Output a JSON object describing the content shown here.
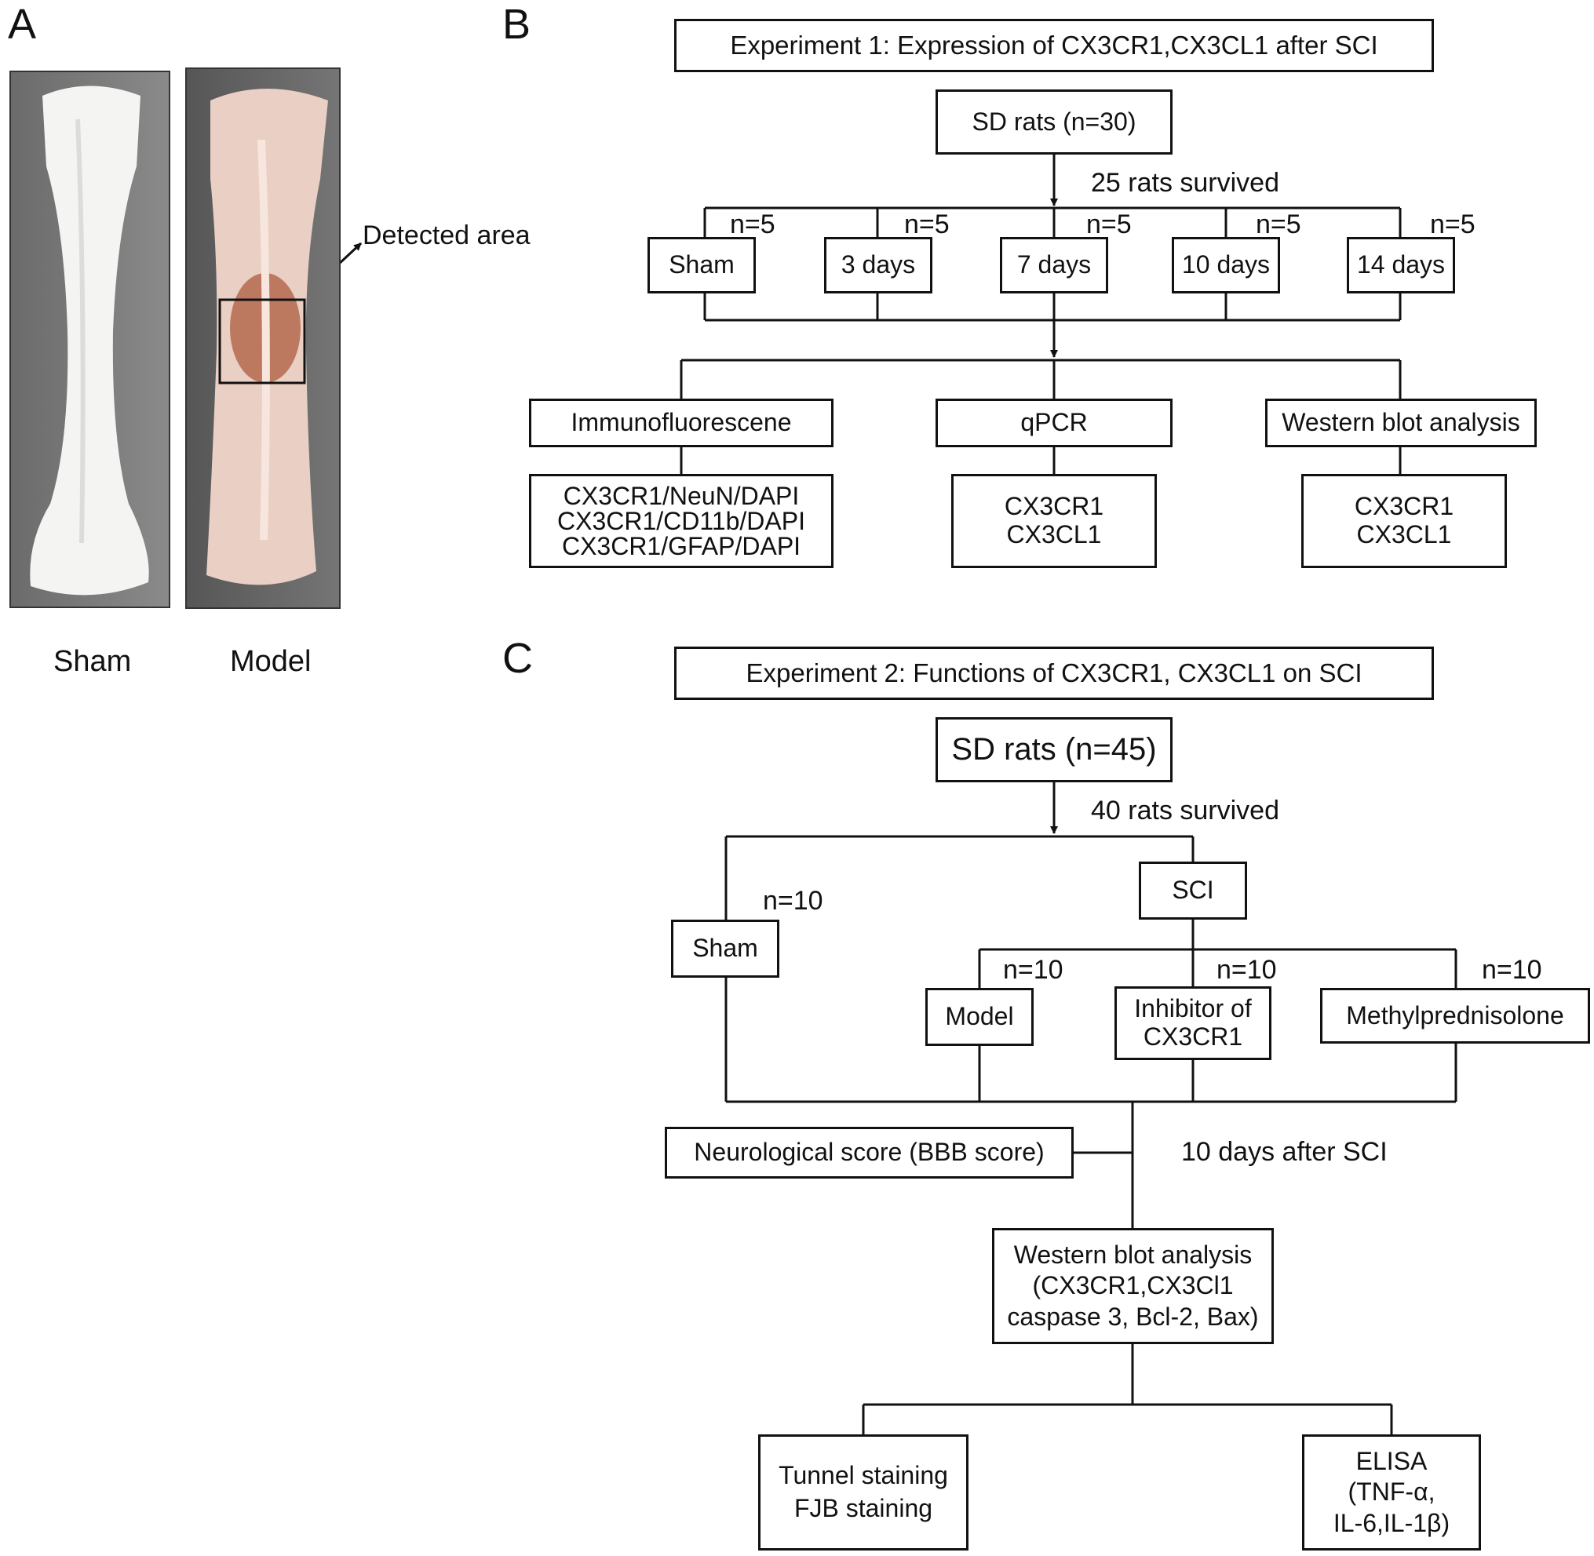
{
  "panel_a": {
    "letter": "A",
    "sham_label": "Sham",
    "model_label": "Model",
    "detected_area_label": "Detected area"
  },
  "panel_b": {
    "letter": "B",
    "title": "Experiment 1: Expression of CX3CR1,CX3CL1 after SCI",
    "rats": "SD rats (n=30)",
    "survived": "25 rats survived",
    "groups": [
      {
        "label": "Sham",
        "n": "n=5"
      },
      {
        "label": "3 days",
        "n": "n=5"
      },
      {
        "label": "7 days",
        "n": "n=5"
      },
      {
        "label": "10 days",
        "n": "n=5"
      },
      {
        "label": "14 days",
        "n": "n=5"
      }
    ],
    "methods": [
      {
        "label": "Immunofluorescene",
        "targets": [
          "CX3CR1/NeuN/DAPI",
          "CX3CR1/CD11b/DAPI",
          "CX3CR1/GFAP/DAPI"
        ]
      },
      {
        "label": "qPCR",
        "targets": [
          "CX3CR1",
          "CX3CL1"
        ]
      },
      {
        "label": "Western blot analysis",
        "targets": [
          "CX3CR1",
          "CX3CL1"
        ]
      }
    ]
  },
  "panel_c": {
    "letter": "C",
    "title": "Experiment 2: Functions of CX3CR1, CX3CL1 on SCI",
    "rats": "SD rats (n=45)",
    "survived": "40 rats survived",
    "sham": {
      "label": "Sham",
      "n": "n=10"
    },
    "sci": "SCI",
    "sci_groups": [
      {
        "lines": [
          "Model"
        ],
        "n": "n=10"
      },
      {
        "lines": [
          "Inhibitor of",
          "CX3CR1"
        ],
        "n": "n=10"
      },
      {
        "lines": [
          "Methylprednisolone"
        ],
        "n": "n=10"
      }
    ],
    "neuro_score": "Neurological score (BBB score)",
    "timepoint": "10 days after SCI",
    "western": [
      "Western blot analysis",
      "(CX3CR1,CX3Cl1",
      "caspase 3, Bcl-2, Bax)"
    ],
    "staining": [
      "Tunnel staining",
      "FJB staining"
    ],
    "elisa": [
      "ELISA",
      "(TNF-α,",
      "IL-6,IL-1β)"
    ]
  }
}
